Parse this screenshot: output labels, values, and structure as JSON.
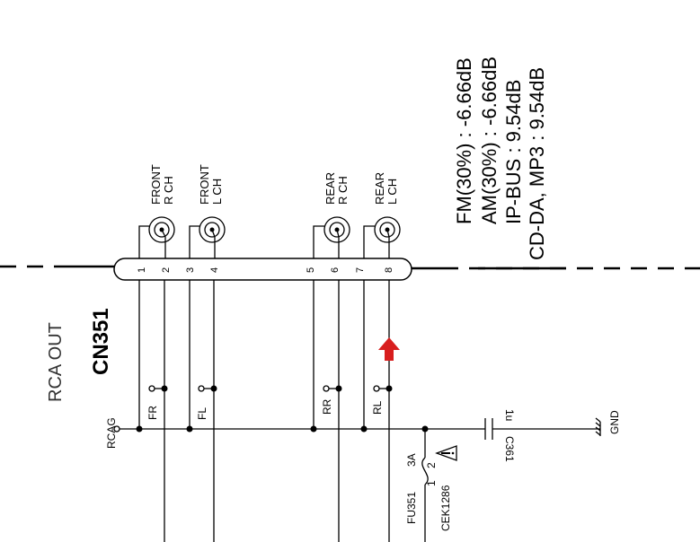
{
  "connector": {
    "ref": "CN351",
    "block_label": "RCA OUT",
    "pins": [
      "1",
      "2",
      "3",
      "4",
      "5",
      "6",
      "7",
      "8"
    ]
  },
  "jacks": [
    {
      "line1": "FRONT",
      "line2": "R CH"
    },
    {
      "line1": "FRONT",
      "line2": "L CH"
    },
    {
      "line1": "REAR",
      "line2": "R CH"
    },
    {
      "line1": "REAR",
      "line2": "L CH"
    }
  ],
  "signals": [
    "FR",
    "FL",
    "RR",
    "RL"
  ],
  "net_rcag": "RCAG",
  "net_gnd": "GND",
  "fuse": {
    "ref": "FU351",
    "rating": "3A",
    "part": "CEK1286",
    "pin1": "1",
    "pin2": "2"
  },
  "capacitor": {
    "ref": "C361",
    "value": "1u"
  },
  "levels": [
    "FM(30%) : -6.66dB",
    "AM(30%) : -6.66dB",
    "IP-BUS : 9.54dB",
    "CD-DA, MP3 : 9.54dB"
  ],
  "colors": {
    "arrow": "#d81e1e",
    "line": "#000000"
  },
  "icons": {
    "warning": "warning-triangle-icon",
    "arrow": "arrow-up-icon"
  }
}
